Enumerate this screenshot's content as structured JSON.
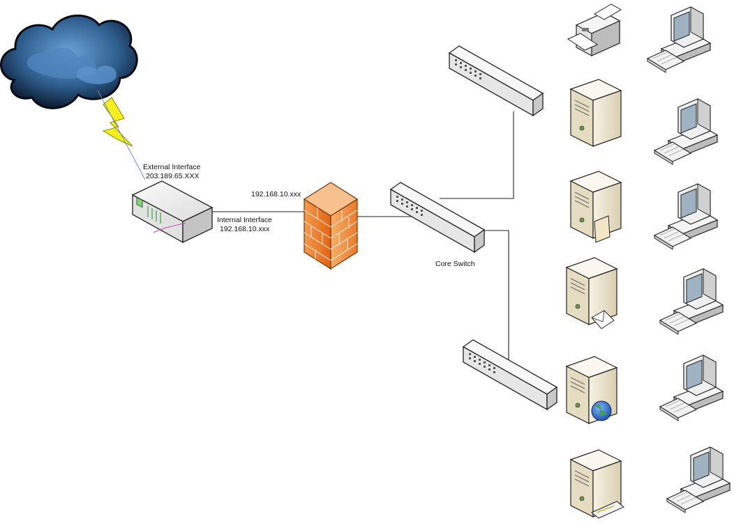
{
  "router": {
    "external_label": "External Interface",
    "external_ip": "203.189.65.XXX",
    "internal_label": "Internal Interface",
    "internal_ip": "192.168.10.xxx"
  },
  "firewall": {
    "ip": "192.168.10.xxx"
  },
  "core_switch": {
    "label": "Core Switch"
  },
  "colors": {
    "cloud": "#2f5f8f",
    "lightning": "#f5ee1e",
    "firewall": "#f07a2a",
    "server": "#ece3cc",
    "monitor": "#e9e9e9",
    "globe": "#2a6fd1"
  },
  "icons": {
    "internet": "cloud-icon",
    "link": "lightning-icon",
    "edge": "router-icon",
    "security": "firewall-icon",
    "switches": "switch-icon",
    "servers": "server-icon",
    "clients": "workstation-icon",
    "output": "printer-icon"
  }
}
